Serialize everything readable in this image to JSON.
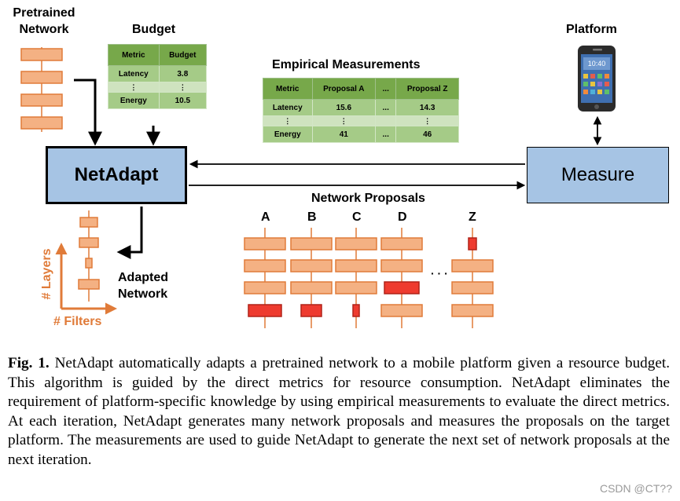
{
  "labels": {
    "pretrained": [
      "Pretrained",
      "Network"
    ],
    "budget": "Budget",
    "platform": "Platform",
    "empirical": "Empirical Measurements",
    "proposals": "Network Proposals",
    "adapted": [
      "Adapted",
      "Network"
    ],
    "layers": "# Layers",
    "filters": "# Filters",
    "dots": "· · ·"
  },
  "netadapt_box": {
    "label": "NetAdapt"
  },
  "measure_box": {
    "label": "Measure"
  },
  "phone": {
    "time": "10:40"
  },
  "budget_table": {
    "headers": [
      "Metric",
      "Budget"
    ],
    "rows": [
      [
        "Latency",
        "3.8"
      ],
      [
        "⋮",
        "⋮"
      ],
      [
        "Energy",
        "10.5"
      ]
    ]
  },
  "empirical_table": {
    "headers": [
      "Metric",
      "Proposal A",
      "...",
      "Proposal Z"
    ],
    "rows": [
      [
        "Latency",
        "15.6",
        "...",
        "14.3"
      ],
      [
        "⋮",
        "⋮",
        "",
        "⋮"
      ],
      [
        "Energy",
        "41",
        "...",
        "46"
      ]
    ]
  },
  "proposal_letters": [
    "A",
    "B",
    "C",
    "D",
    "Z"
  ],
  "caption": {
    "prefix": "Fig. 1.",
    "text": "NetAdapt automatically adapts a pretrained network to a mobile platform given a resource budget. This algorithm is guided by the direct metrics for resource consumption. NetAdapt eliminates the requirement of platform-specific knowledge by using empirical measurements to evaluate the direct metrics. At each iteration, NetAdapt generates many network proposals and measures the proposals on the target platform. The measurements are used to guide NetAdapt to generate the next set of network proposals at the next iteration."
  },
  "watermark": "CSDN @CT??",
  "colors": {
    "layer_fill": "#f4b183",
    "layer_stroke": "#e07b39",
    "pruned_fill": "#ee3b2f",
    "pruned_stroke": "#b02318",
    "box_fill": "#a6c4e4",
    "table_header": "#77a84a",
    "table_row": "#a5cb87"
  }
}
